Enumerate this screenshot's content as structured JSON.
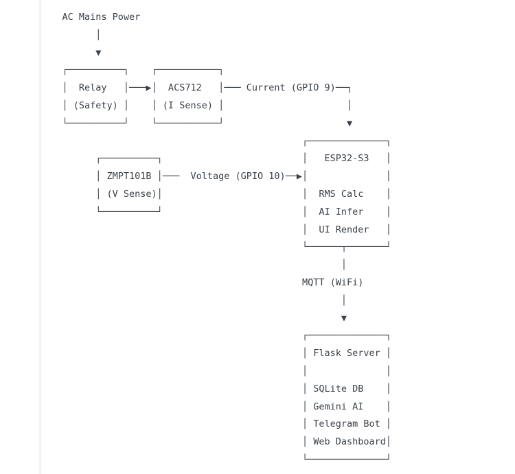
{
  "page": {
    "background": "#ffffff",
    "text_color": "#3a4149",
    "guide_line_color": "#f1f4f5"
  },
  "diagram": {
    "type": "ascii-flowchart",
    "nodes": [
      {
        "label": "AC Mains Power"
      },
      {
        "label": "Relay",
        "sublabel": "(Safety)"
      },
      {
        "label": "ACS712",
        "sublabel": "(I Sense)"
      },
      {
        "label": "ZMPT101B",
        "sublabel": "(V Sense)"
      },
      {
        "label": "ESP32-S3",
        "items": [
          "RMS Calc",
          "AI Infer",
          "UI Render"
        ]
      },
      {
        "label": "Flask Server",
        "items": [
          "SQLite DB",
          "Gemini AI",
          "Telegram Bot",
          "Web Dashboard"
        ]
      }
    ],
    "edges": [
      {
        "from": "AC Mains Power",
        "to": "Relay"
      },
      {
        "from": "Relay",
        "to": "ACS712"
      },
      {
        "from": "ACS712",
        "to": "ESP32-S3",
        "label": "Current (GPIO 9)"
      },
      {
        "from": "ZMPT101B",
        "to": "ESP32-S3",
        "label": "Voltage (GPIO 10)"
      },
      {
        "from": "ESP32-S3",
        "to": "Flask Server",
        "label": "MQTT (WiFi)"
      }
    ],
    "lines": [
      "    AC Mains Power",
      "          │",
      "          ▼",
      "    ┌──────────┐    ┌───────────┐",
      "    │  Relay   │───▶│  ACS712   │─── Current (GPIO 9)──┐",
      "    │ (Safety) │    │ (I Sense) │                      │",
      "    └──────────┘    └───────────┘                      ▼",
      "                                               ┌──────────────┐",
      "          ┌──────────┐                         │   ESP32-S3   │",
      "          │ ZMPT101B │───  Voltage (GPIO 10)──▶│              │",
      "          │ (V Sense)│                         │  RMS Calc    │",
      "          └──────────┘                         │  AI Infer    │",
      "                                               │  UI Render   │",
      "                                               └──────┬───────┘",
      "                                                      │",
      "                                               MQTT (WiFi)",
      "                                                      │",
      "                                                      ▼",
      "                                               ┌──────────────┐",
      "                                               │ Flask Server │",
      "                                               │              │",
      "                                               │ SQLite DB    │",
      "                                               │ Gemini AI    │",
      "                                               │ Telegram Bot │",
      "                                               │ Web Dashboard│",
      "                                               └──────────────┘"
    ]
  }
}
